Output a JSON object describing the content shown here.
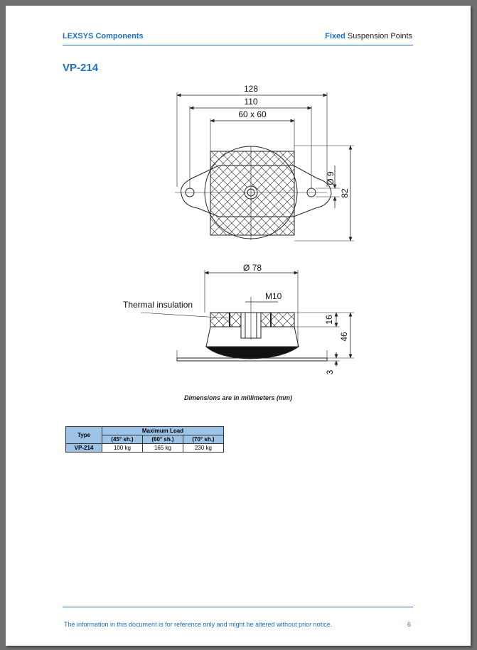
{
  "header": {
    "brand": "LEXSYS Components",
    "section_accent": "Fixed",
    "section_rest": " Suspension Points"
  },
  "title": "VP-214",
  "drawing": {
    "dim_128": "128",
    "dim_110": "110",
    "dim_60x60": "60 x 60",
    "dim_dia9": "Ø 9",
    "dim_82": "82",
    "dim_dia78": "Ø 78",
    "dim_m10": "M10",
    "label_thermal": "Thermal insulation",
    "dim_16": "16",
    "dim_46": "46",
    "dim_3": "3"
  },
  "caption": "Dimensions are in millimeters (mm)",
  "table": {
    "col_type": "Type",
    "col_max_load": "Maximum Load",
    "sub_45": "(45° sh.)",
    "sub_60": "(60° sh.)",
    "sub_70": "(70° sh.)",
    "rows": [
      {
        "type": "VP-214",
        "l45": "100 kg",
        "l60": "165 kg",
        "l70": "230 kg"
      }
    ]
  },
  "footer": {
    "note": "The information in this document is for reference only and might be altered without prior notice.",
    "page_number": "6"
  }
}
